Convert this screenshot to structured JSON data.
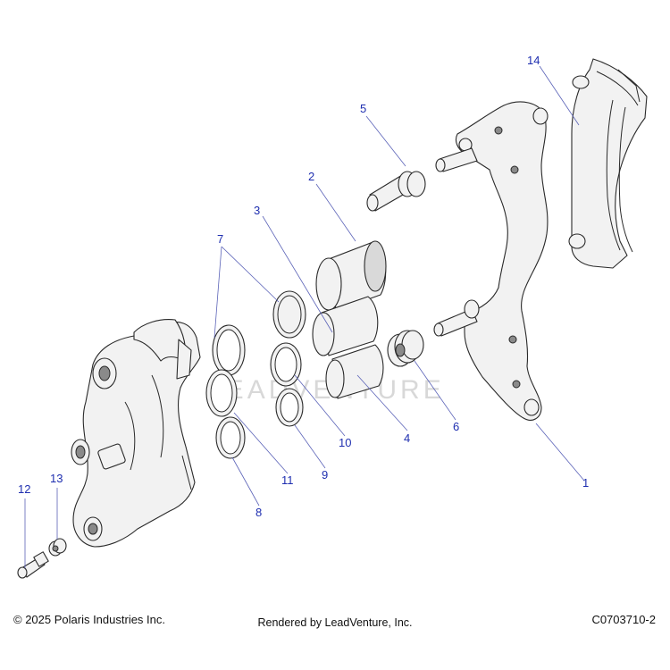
{
  "callouts": [
    "1",
    "2",
    "3",
    "4",
    "5",
    "6",
    "7",
    "8",
    "9",
    "10",
    "11",
    "12",
    "13",
    "14"
  ],
  "watermark": "LEADVENTURE",
  "footer": {
    "copyright": "© 2025 Polaris Industries Inc.",
    "rendered_by": "Rendered by LeadVenture, Inc.",
    "part_code": "C0703710-2"
  }
}
